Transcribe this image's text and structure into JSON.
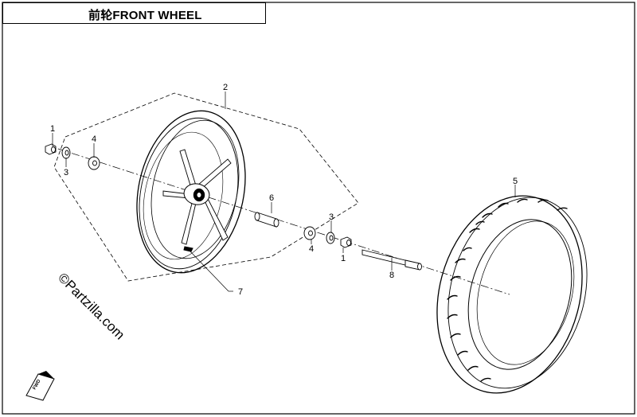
{
  "title": "前轮FRONT WHEEL",
  "callouts": [
    "1",
    "2",
    "3",
    "4",
    "5",
    "6",
    "7",
    "8"
  ],
  "callouts_right": [
    "3",
    "4",
    "1"
  ],
  "watermark": "©Partzilla.com",
  "fwd_label": "FWD",
  "colors": {
    "line": "#000000",
    "background": "#ffffff"
  }
}
